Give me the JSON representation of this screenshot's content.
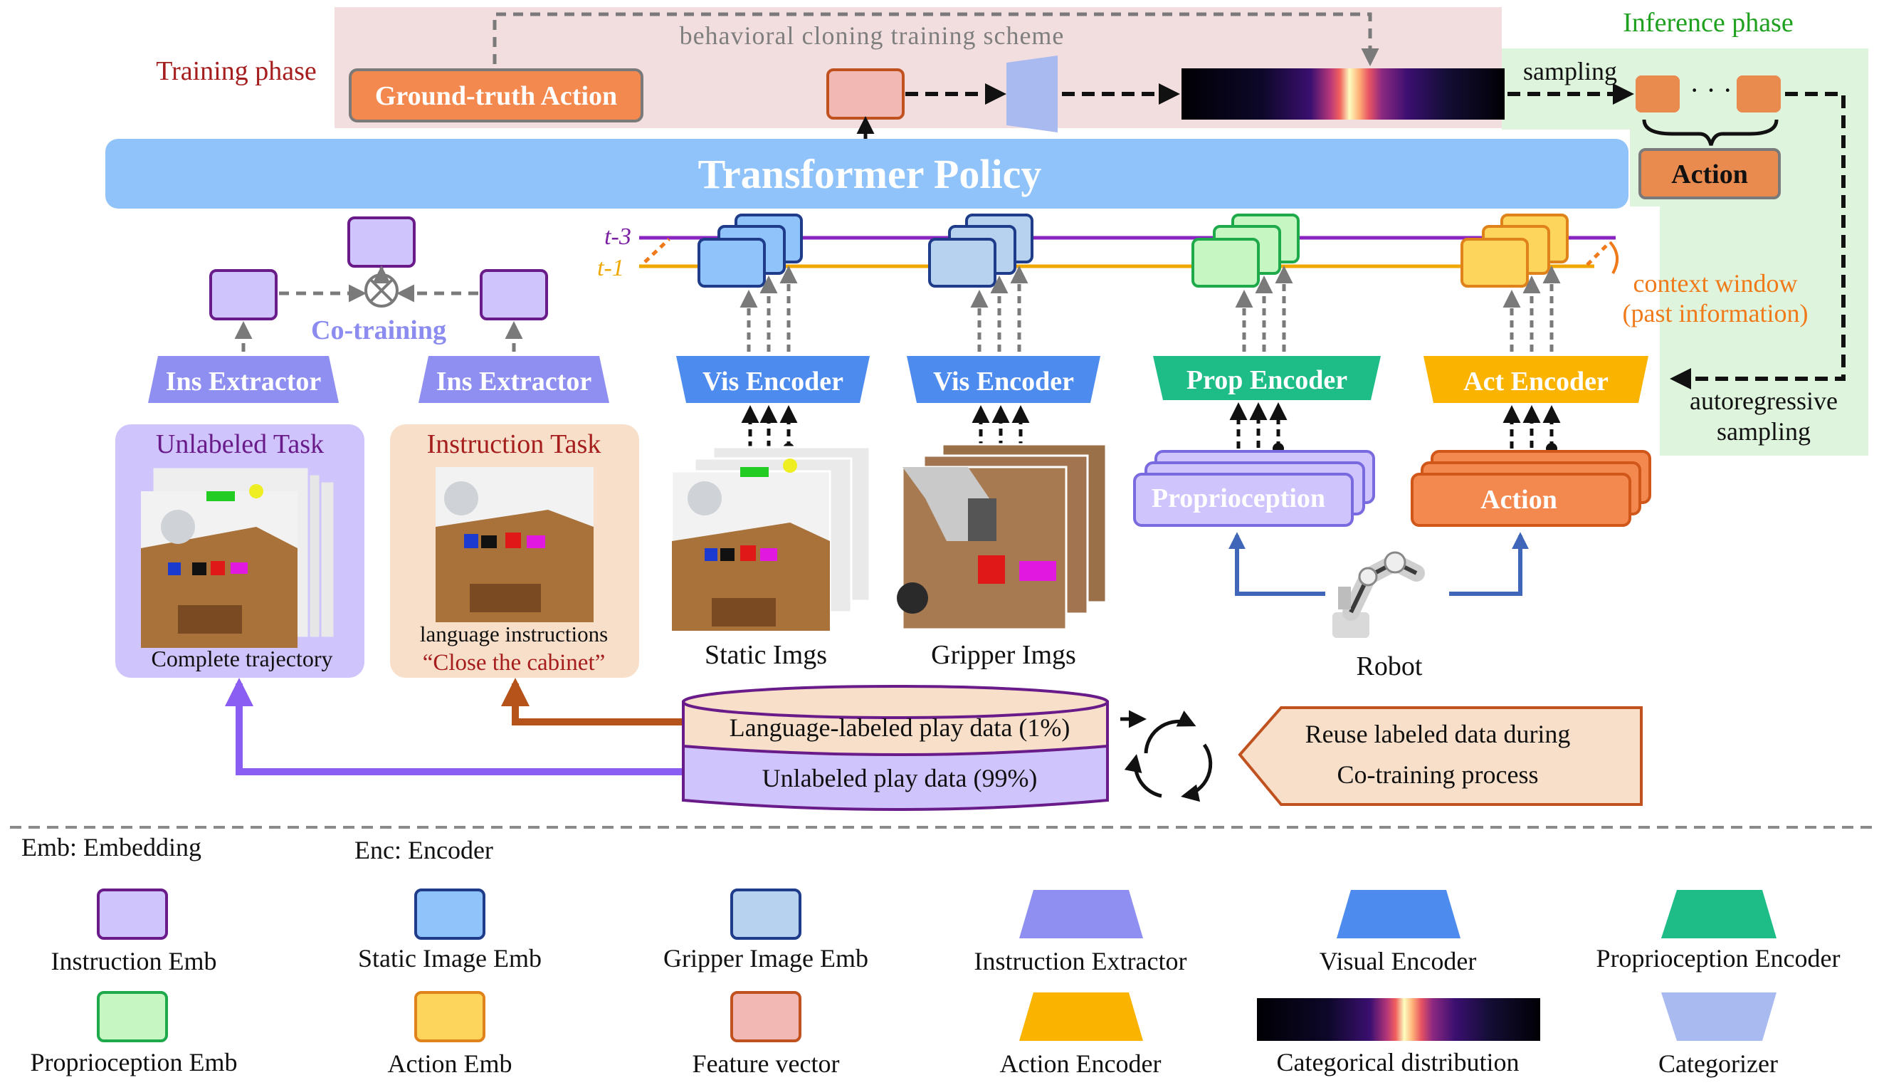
{
  "phases": {
    "training": "Training phase",
    "inference": "Inference phase",
    "scheme": "behavioral cloning training scheme"
  },
  "top": {
    "ground_truth": "Ground-truth Action",
    "sampling": "sampling",
    "action": "Action",
    "dots": "· · ·"
  },
  "policy": {
    "title": "Transformer Policy"
  },
  "timesteps": {
    "t3": "t-3",
    "t1": "t-1"
  },
  "context": {
    "line1": "context window",
    "line2": "(past information)"
  },
  "autoreg": {
    "line1": "autoregressive",
    "line2": "sampling"
  },
  "cotraining": "Co-training",
  "encoders": {
    "ins1": "Ins Extractor",
    "ins2": "Ins Extractor",
    "vis1": "Vis Encoder",
    "vis2": "Vis Encoder",
    "prop": "Prop Encoder",
    "act": "Act Encoder"
  },
  "tasks": {
    "unlabeled_title": "Unlabeled Task",
    "unlabeled_caption": "Complete trajectory",
    "instruction_title": "Instruction Task",
    "instruction_caption": "language instructions",
    "instruction_quote": "“Close the cabinet”"
  },
  "inputs": {
    "static": "Static Imgs",
    "gripper": "Gripper Imgs",
    "proprioception": "Proprioception",
    "action": "Action",
    "robot": "Robot"
  },
  "database": {
    "labeled": "Language-labeled play data (1%)",
    "unlabeled": "Unlabeled play data (99%)"
  },
  "reuse": {
    "line1": "Reuse labeled data during",
    "line2": "Co-training process"
  },
  "legend": {
    "emb_note": "Emb: Embedding",
    "enc_note": "Enc: Encoder",
    "instruction_emb": "Instruction Emb",
    "static_emb": "Static Image Emb",
    "gripper_emb": "Gripper Image Emb",
    "instruction_extractor": "Instruction Extractor",
    "visual_encoder": "Visual Encoder",
    "prop_encoder": "Proprioception Encoder",
    "prop_emb": "Proprioception Emb",
    "action_emb": "Action Emb",
    "feature_vector": "Feature vector",
    "action_encoder": "Action Encoder",
    "categorical": "Categorical distribution",
    "categorizer": "Categorizer"
  },
  "colors": {
    "training_bg": "#f3dedf",
    "inference_bg": "#dff4dc",
    "policy": "#8fc3fa",
    "instruction_emb": "#cfc4fb",
    "static_emb": "#8fc3fa",
    "gripper_emb": "#b7d2ef",
    "prop_emb": "#c6f7c3",
    "action_emb": "#fdd55c",
    "feature": "#f2b8b4",
    "ins_extractor": "#8f8ff2",
    "vis_encoder": "#4d8bef",
    "prop_encoder": "#1ebc86",
    "act_encoder": "#fab400",
    "categorizer": "#a9baf1",
    "action_box": "#f4894f"
  }
}
